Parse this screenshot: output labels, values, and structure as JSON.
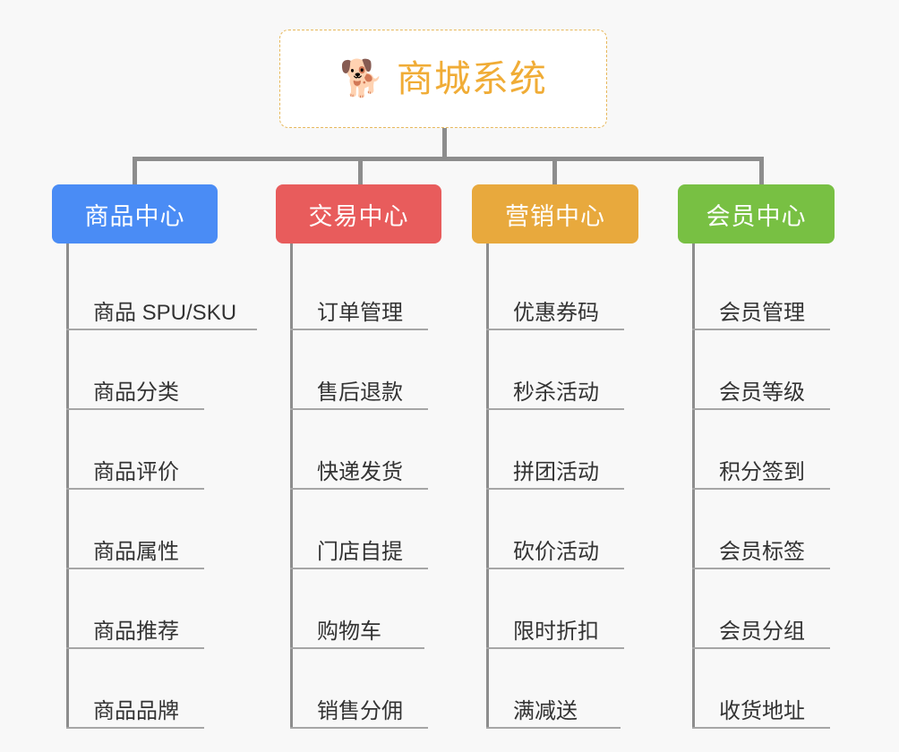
{
  "background_color": "#f8f8f8",
  "root": {
    "title": "商城系统",
    "emoji": "🐕",
    "emoji_name": "shiba-inu-dog-face",
    "text_color": "#f0ac36",
    "border_color": "#e7b85c"
  },
  "connector_color": "#8d8d8d",
  "columns": [
    {
      "id": "product-center",
      "title": "商品中心",
      "color": "#4a8cf5",
      "items": [
        {
          "label": "商品 SPU/SKU",
          "rule": "w7"
        },
        {
          "label": "商品分类",
          "rule": "w4"
        },
        {
          "label": "商品评价",
          "rule": "w4"
        },
        {
          "label": "商品属性",
          "rule": "w4"
        },
        {
          "label": "商品推荐",
          "rule": "w4"
        },
        {
          "label": "商品品牌",
          "rule": "w4"
        }
      ]
    },
    {
      "id": "trade-center",
      "title": "交易中心",
      "color": "#e85c5c",
      "items": [
        {
          "label": "订单管理",
          "rule": "w4"
        },
        {
          "label": "售后退款",
          "rule": "w4"
        },
        {
          "label": "快递发货",
          "rule": "w4"
        },
        {
          "label": "门店自提",
          "rule": "w4"
        },
        {
          "label": "购物车",
          "rule": "w3"
        },
        {
          "label": "销售分佣",
          "rule": "w4"
        }
      ]
    },
    {
      "id": "marketing-center",
      "title": "营销中心",
      "color": "#e8a93d",
      "items": [
        {
          "label": "优惠券码",
          "rule": "w4"
        },
        {
          "label": "秒杀活动",
          "rule": "w4"
        },
        {
          "label": "拼团活动",
          "rule": "w4"
        },
        {
          "label": "砍价活动",
          "rule": "w4"
        },
        {
          "label": "限时折扣",
          "rule": "w4"
        },
        {
          "label": "满减送",
          "rule": "w3"
        }
      ]
    },
    {
      "id": "member-center",
      "title": "会员中心",
      "color": "#78c043",
      "items": [
        {
          "label": "会员管理",
          "rule": "w4"
        },
        {
          "label": "会员等级",
          "rule": "w4"
        },
        {
          "label": "积分签到",
          "rule": "w4"
        },
        {
          "label": "会员标签",
          "rule": "w4"
        },
        {
          "label": "会员分组",
          "rule": "w4"
        },
        {
          "label": "收货地址",
          "rule": "w4"
        }
      ]
    }
  ]
}
